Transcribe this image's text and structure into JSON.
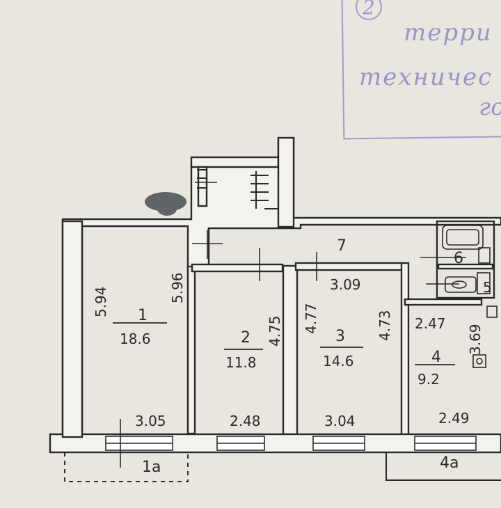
{
  "stamp": {
    "number": "2",
    "lines": [
      "терри",
      "техничес",
      "го"
    ],
    "color": "#8f8bc6"
  },
  "colors": {
    "paper": "#e9e6df",
    "ink": "#2a2a2a",
    "wall_fill": "#f3f2ee"
  },
  "rooms": [
    {
      "id": "1",
      "area": "18.6",
      "dims": [
        "5.94",
        "5.96",
        "3.05"
      ]
    },
    {
      "id": "2",
      "area": "11.8",
      "dims": [
        "4.75",
        "2.48"
      ]
    },
    {
      "id": "3",
      "area": "14.6",
      "dims": [
        "4.77",
        "3.09",
        "4.73",
        "3.04"
      ]
    },
    {
      "id": "4",
      "area": "9.2",
      "dims": [
        "2.47",
        "3.69",
        "2.49"
      ]
    }
  ],
  "corridor": {
    "id": "7"
  },
  "bathroom": {
    "id": "6"
  },
  "toilet": {
    "id": "5"
  },
  "balconies": [
    "1а",
    "4а"
  ],
  "icons": [
    "stair-hatch-icon",
    "bathtub-icon",
    "toilet-icon",
    "sink-icon",
    "electric-panel-icon",
    "redaction-blot-icon"
  ]
}
